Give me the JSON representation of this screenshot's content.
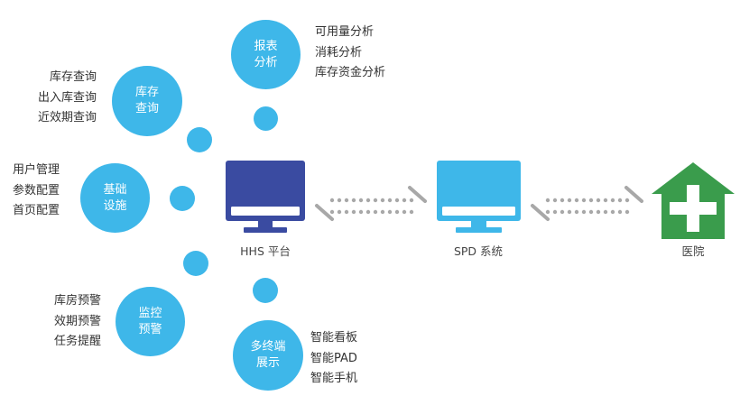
{
  "colors": {
    "bubble": "#3eb7e9",
    "hhs_monitor": "#3a4ba1",
    "spd_monitor": "#3eb7e9",
    "hospital": "#3a9c4c",
    "connector": "#a8a8a8",
    "text": "#333333"
  },
  "categories": {
    "report": {
      "lines": [
        "报表",
        "分析"
      ],
      "items": [
        "可用量分析",
        "消耗分析",
        "库存资金分析"
      ]
    },
    "inventory": {
      "lines": [
        "库存",
        "查询"
      ],
      "items": [
        "库存查询",
        "出入库查询",
        "近效期查询"
      ]
    },
    "base": {
      "lines": [
        "基础",
        "设施"
      ],
      "items": [
        "用户管理",
        "参数配置",
        "首页配置"
      ]
    },
    "monitor": {
      "lines": [
        "监控",
        "预警"
      ],
      "items": [
        "库房预警",
        "效期预警",
        "任务提醒"
      ]
    },
    "terminal": {
      "lines": [
        "多终端",
        "展示"
      ],
      "items": [
        "智能看板",
        "智能PAD",
        "智能手机"
      ]
    }
  },
  "nodes": {
    "hhs": {
      "label": "HHS 平台",
      "icon": "monitor-icon"
    },
    "spd": {
      "label": "SPD 系统",
      "icon": "monitor-icon"
    },
    "hospital": {
      "label": "医院",
      "icon": "hospital-icon"
    }
  }
}
